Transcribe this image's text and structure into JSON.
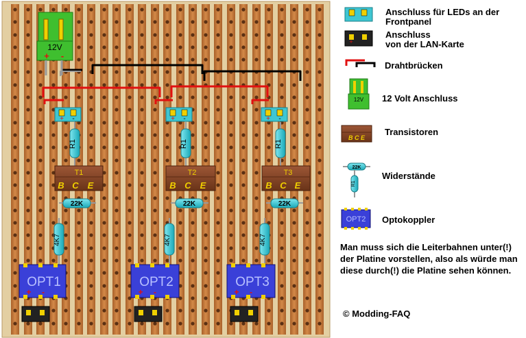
{
  "board": {
    "connector_12v_label": "12V",
    "plus_sign": "+",
    "minus_sign": "-",
    "stages": [
      {
        "transistor": "T1",
        "r1": "R1",
        "r22k": "22K",
        "r4k7": "4K7",
        "opto": "OPT1"
      },
      {
        "transistor": "T2",
        "r1": "R1",
        "r22k": "22K",
        "r4k7": "4K7",
        "opto": "OPT2"
      },
      {
        "transistor": "T3",
        "r1": "R1",
        "r22k": "22K",
        "r4k7": "4K7",
        "opto": "OPT3"
      }
    ],
    "pins": {
      "b": "B",
      "c": "C",
      "e": "E"
    }
  },
  "legend": {
    "led_connector": "Anschluss für LEDs an der Frontpanel",
    "lan_connector_line1": "Anschluss",
    "lan_connector_line2": "von der LAN-Karte",
    "wire_bridges": "Drahtbrücken",
    "power_12v": "12 Volt Anschluss",
    "power_12v_icon_label": "12V",
    "transistors": "Transistoren",
    "transistor_icon_pins": "B C E",
    "resistors": "Widerstände",
    "resistor_icon_h": "22K",
    "resistor_icon_v": "R1",
    "optocouplers": "Optokoppler",
    "opto_icon_label": "OPT2"
  },
  "note": "Man muss sich die Leiterbahnen unter(!) der Platine vorstellen, also als würde man diese durch(!) die Platine sehen können.",
  "copyright": "© Modding-FAQ",
  "colors": {
    "board": "#e3cfa2",
    "strip": "#c07838",
    "hole": "#5a3014",
    "transistor": "#8b4a2a",
    "opto": "#3a40d8",
    "resistor": "#39c6d4",
    "green": "#3fbf2f",
    "red_wire": "#e11010",
    "black_wire": "#000000"
  }
}
